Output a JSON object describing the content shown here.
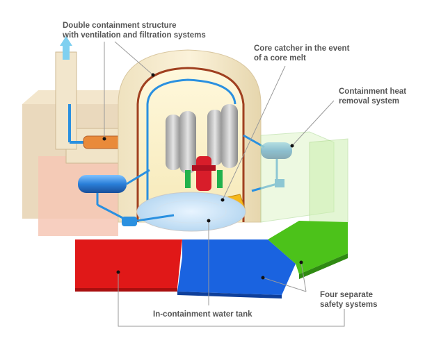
{
  "labels": {
    "double_containment": [
      "Double containment  structure",
      "with ventilation and filtration systems"
    ],
    "core_catcher": [
      "Core catcher in the event",
      "of a core melt"
    ],
    "containment_heat": [
      "Containment heat",
      "removal system"
    ],
    "water_tank": "In-containment water tank",
    "safety_systems": [
      "Four separate",
      "safety systems"
    ]
  },
  "colors": {
    "safety_red": "#e01818",
    "safety_blue": "#1a63e0",
    "safety_green": "#4cc21a",
    "safety_lightgreen": "#9fd82a",
    "pipe_blue": "#2a90e0",
    "dome_cream": "#f4e7c8",
    "label_gray": "#555555",
    "leader_gray": "#9a9a9a"
  }
}
